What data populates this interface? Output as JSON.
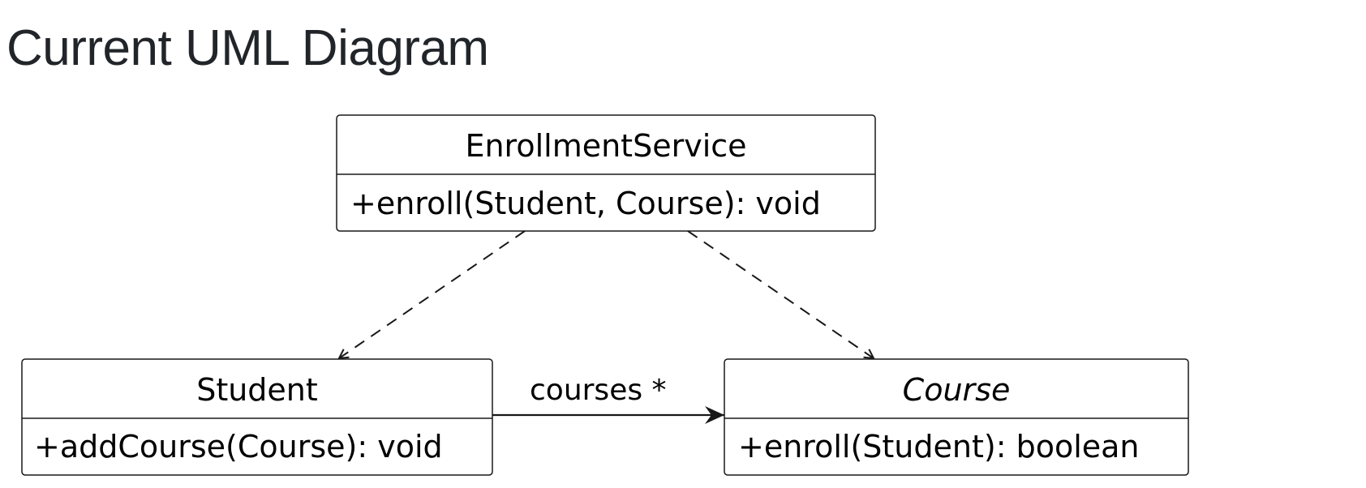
{
  "page": {
    "title": "Current UML Diagram"
  },
  "diagram": {
    "classes": [
      {
        "id": "enrollment-service",
        "name": "EnrollmentService",
        "methods": [
          "+enroll(Student, Course): void"
        ],
        "abstract": false
      },
      {
        "id": "student",
        "name": "Student",
        "methods": [
          "+addCourse(Course): void"
        ],
        "abstract": false
      },
      {
        "id": "course",
        "name": "Course",
        "methods": [
          "+enroll(Student): boolean"
        ],
        "abstract": true
      }
    ],
    "relations": [
      {
        "from": "EnrollmentService",
        "to": "Student",
        "kind": "dependency"
      },
      {
        "from": "EnrollmentService",
        "to": "Course",
        "kind": "dependency"
      },
      {
        "from": "Student",
        "to": "Course",
        "kind": "association",
        "label": "courses *"
      }
    ]
  },
  "colors": {
    "title": "#212529",
    "line": "#181818",
    "box_fill": "#ffffff"
  }
}
